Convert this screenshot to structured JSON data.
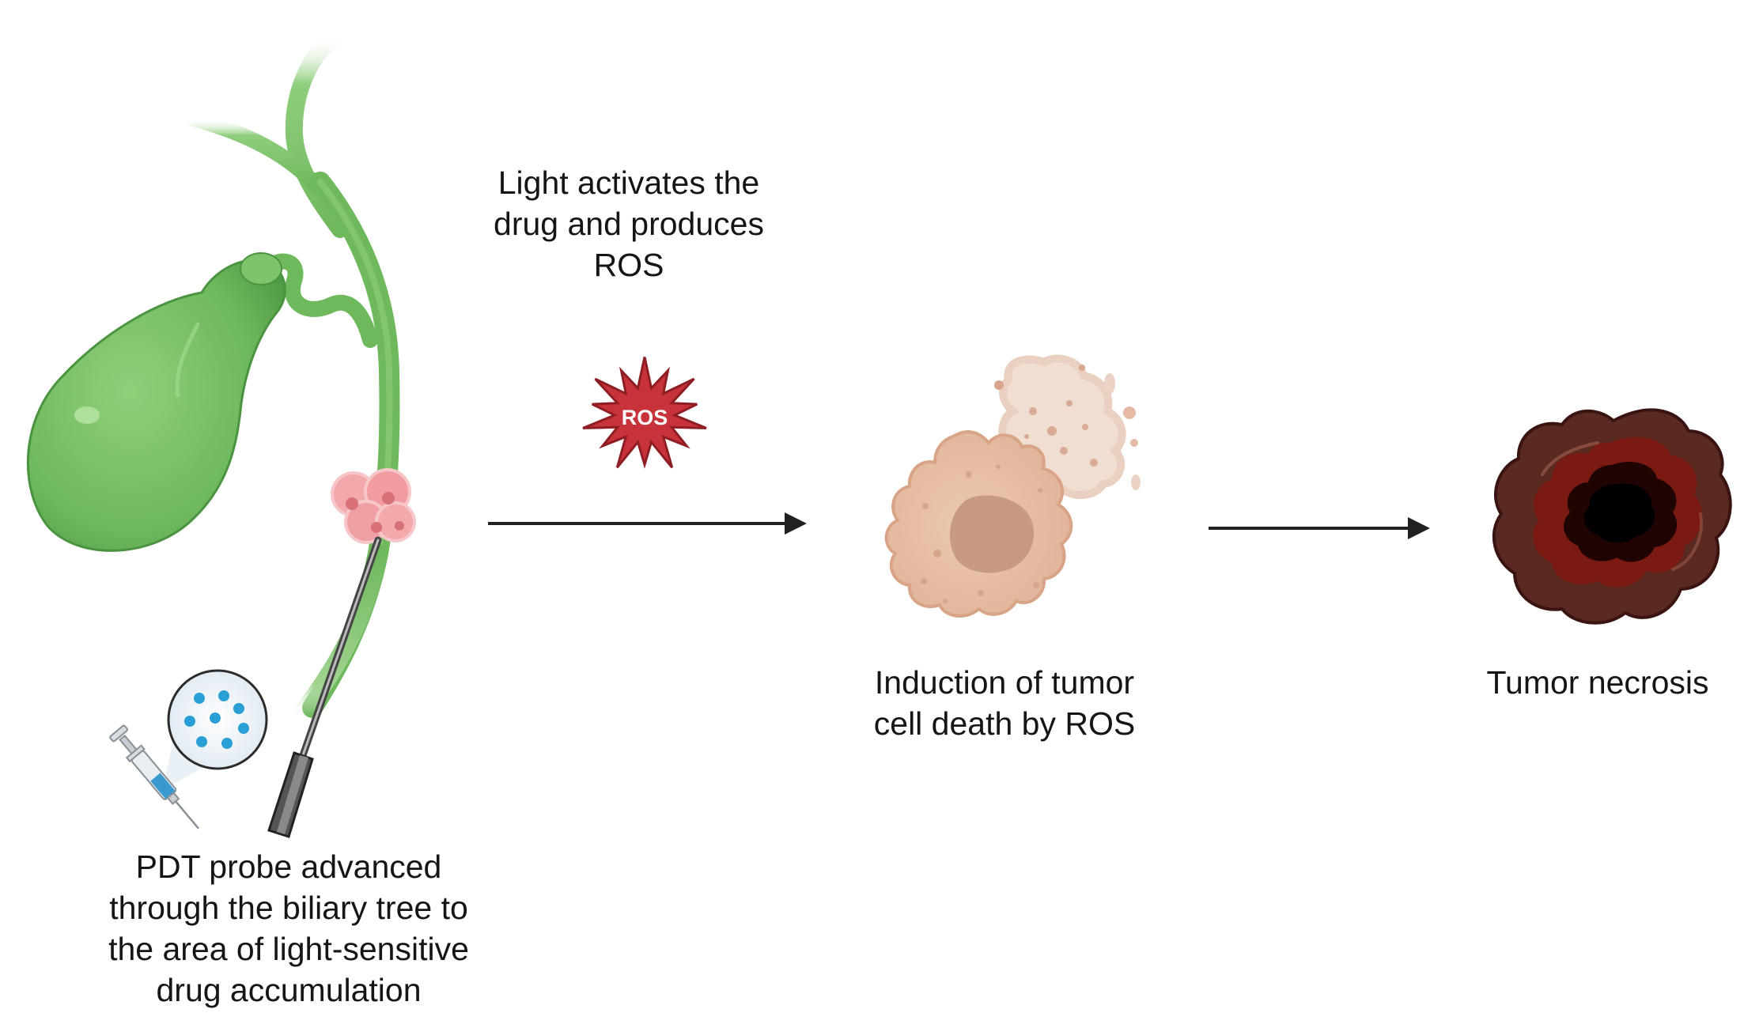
{
  "steps": {
    "pdt_probe": {
      "caption_lines": [
        "PDT probe advanced",
        "through the biliary tree to",
        "the area of light-sensitive",
        "drug accumulation"
      ]
    },
    "light_activation": {
      "caption_lines": [
        "Light activates the",
        "drug and produces",
        "ROS"
      ],
      "badge_label": "ROS"
    },
    "cell_death": {
      "caption_lines": [
        "Induction of tumor",
        "cell death by ROS"
      ]
    },
    "necrosis": {
      "caption_lines": [
        "Tumor necrosis"
      ]
    }
  },
  "colors": {
    "organ_green": "#6fb95d",
    "organ_green_dark": "#3f8a3a",
    "tumor_pink": "#f0a0a4",
    "ros_red": "#c8323a",
    "cell_tan": "#e7c2a8",
    "necrosis_dark": "#3a0e0c",
    "arrow": "#222222",
    "drug_blue": "#2a9fd6"
  },
  "icons": [
    "gallbladder-icon",
    "bile-duct-icon",
    "tumor-cluster-icon",
    "probe-icon",
    "syringe-icon",
    "drug-particles-icon",
    "ros-burst-icon",
    "dying-cell-icon",
    "necrotic-tumor-icon"
  ]
}
